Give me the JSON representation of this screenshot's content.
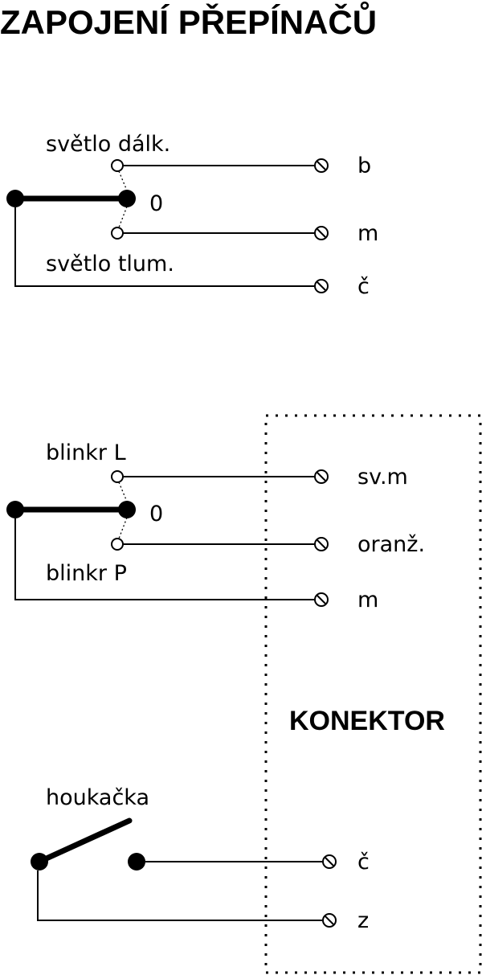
{
  "title": "ZAPOJENÍ PŘEPÍNAČŮ",
  "switch1": {
    "top_label": "světlo dálk.",
    "bottom_label": "světlo tlum.",
    "center_label": "0",
    "terminals": [
      "b",
      "m",
      "č"
    ]
  },
  "switch2": {
    "top_label": "blinkr L",
    "bottom_label": "blinkr P",
    "center_label": "0",
    "terminals": [
      "sv.m",
      "oranž.",
      "m"
    ]
  },
  "switch3": {
    "label": "houkačka",
    "terminals": [
      "č",
      "z"
    ]
  },
  "connector": {
    "label": "KONEKTOR"
  }
}
